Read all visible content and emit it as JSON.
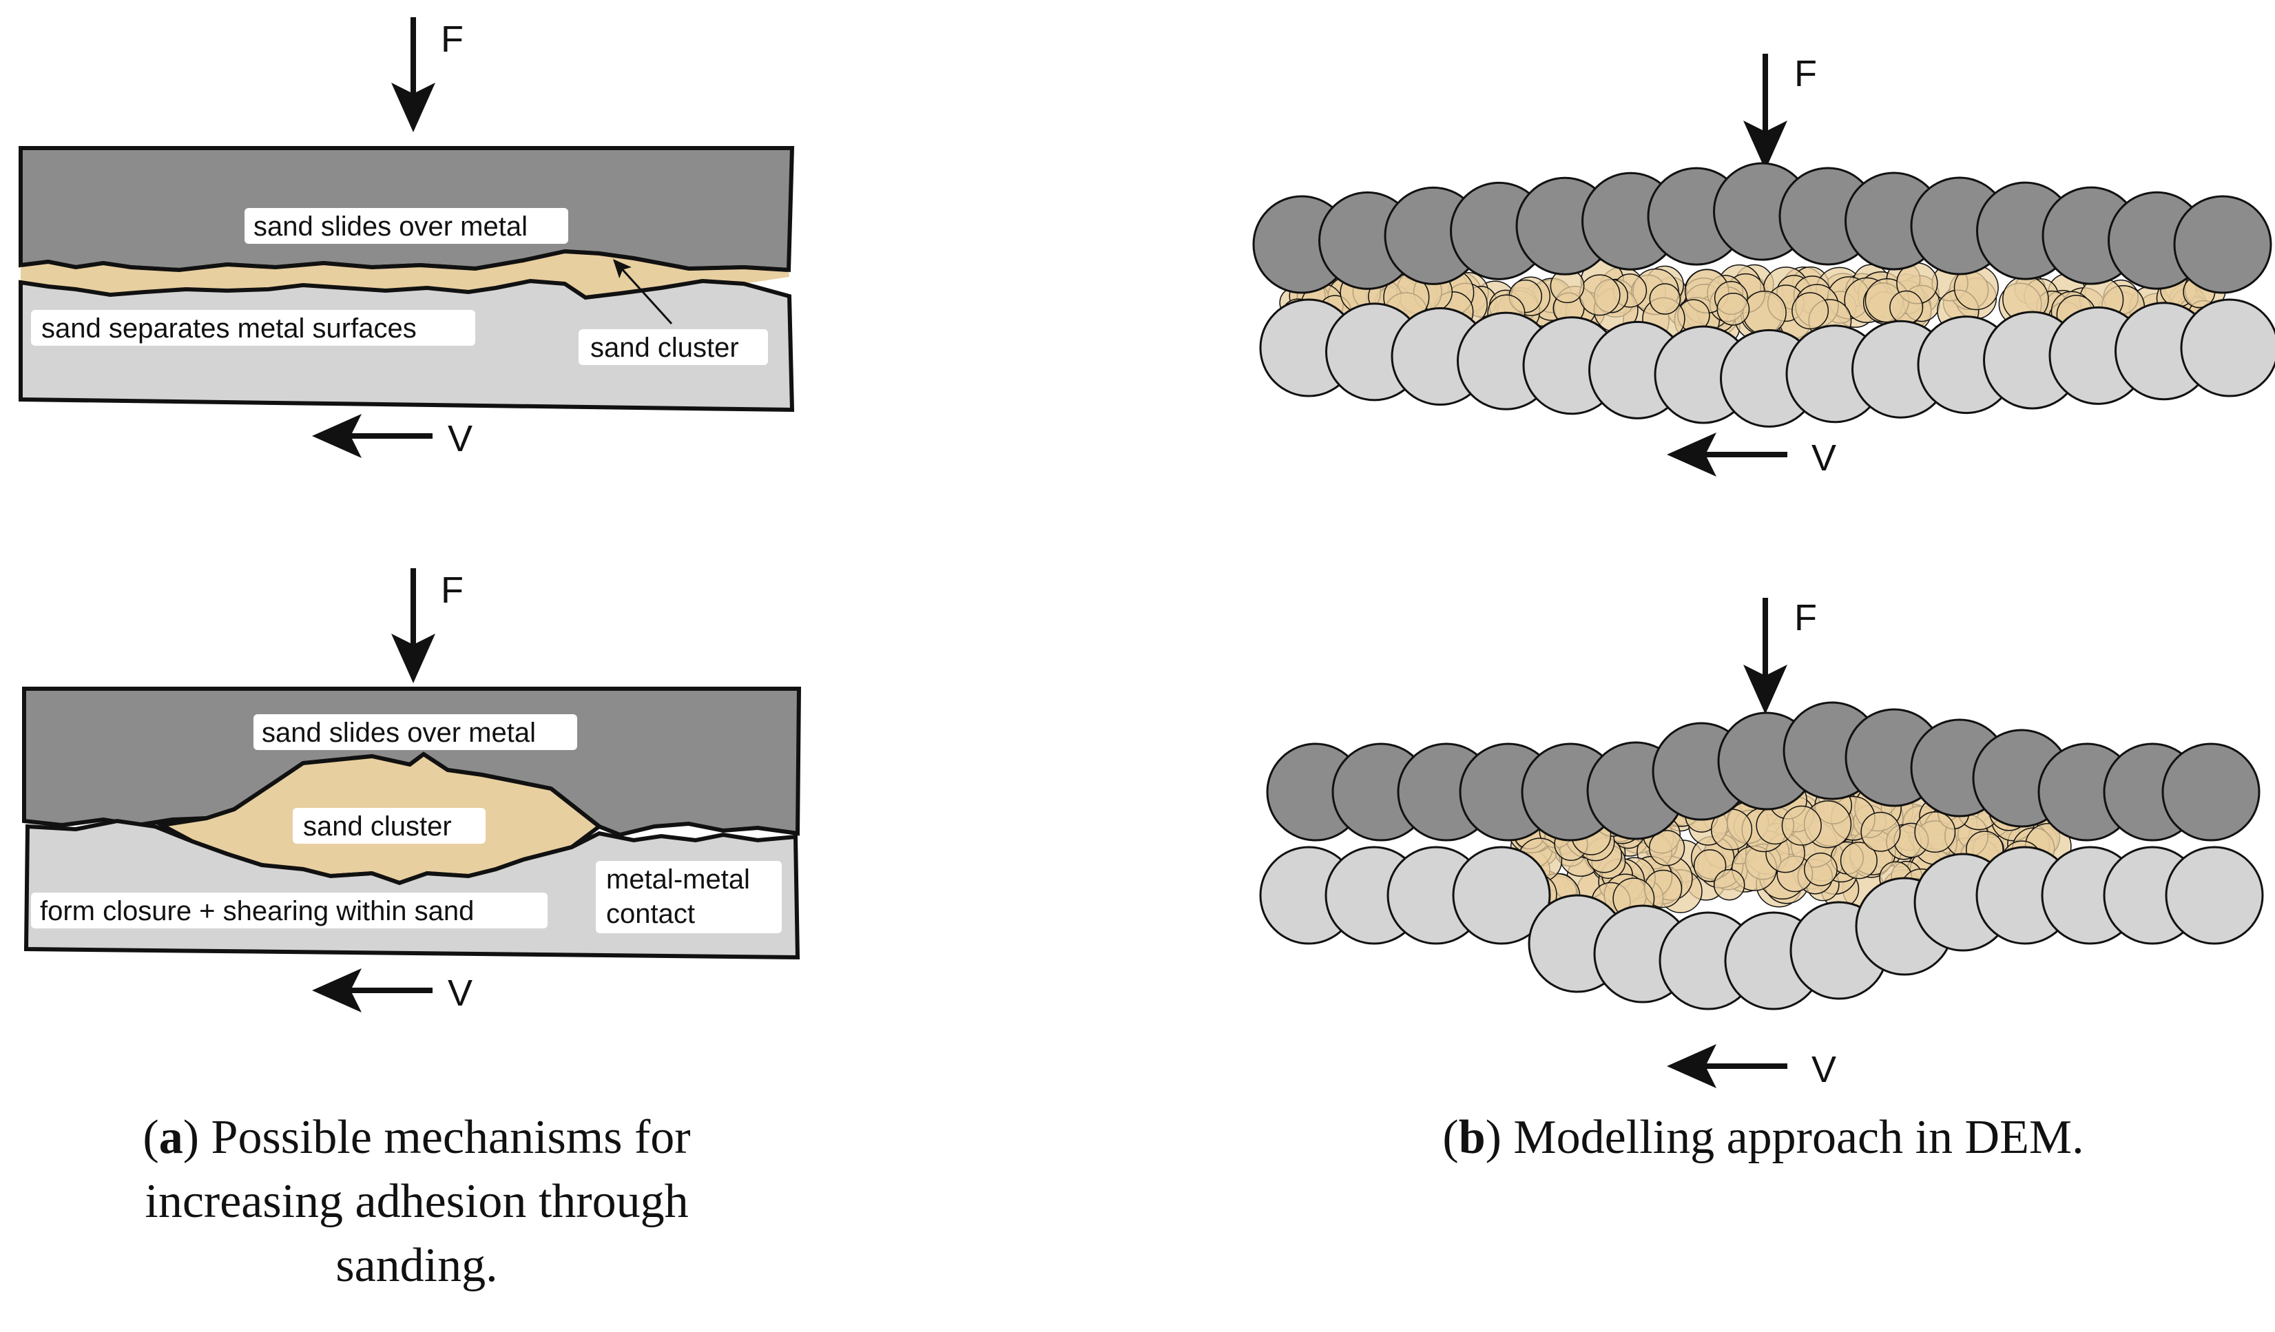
{
  "panel_a": {
    "top": {
      "force": "F",
      "velocity": "V",
      "label_upper": "sand slides over metal",
      "label_lower": "sand separates metal surfaces",
      "label_cluster": "sand cluster"
    },
    "bottom": {
      "force": "F",
      "velocity": "V",
      "label_upper": "sand slides over metal",
      "label_cluster": "sand cluster",
      "label_shear": "form closure + shearing within sand",
      "label_contact_1": "metal-metal",
      "label_contact_2": "contact"
    },
    "caption_letter": "a",
    "caption_text": ") Possible mechanisms for increasing adhesion through sanding."
  },
  "panel_b": {
    "top": {
      "force": "F",
      "velocity": "V"
    },
    "bottom": {
      "force": "F",
      "velocity": "V"
    },
    "caption_letter": "b",
    "caption_text": ") Modelling approach in DEM."
  },
  "colors": {
    "upper_metal": "#8c8c8c",
    "lower_metal": "#d4d4d4",
    "sand": "#e8cfa0",
    "outline": "#111111"
  }
}
